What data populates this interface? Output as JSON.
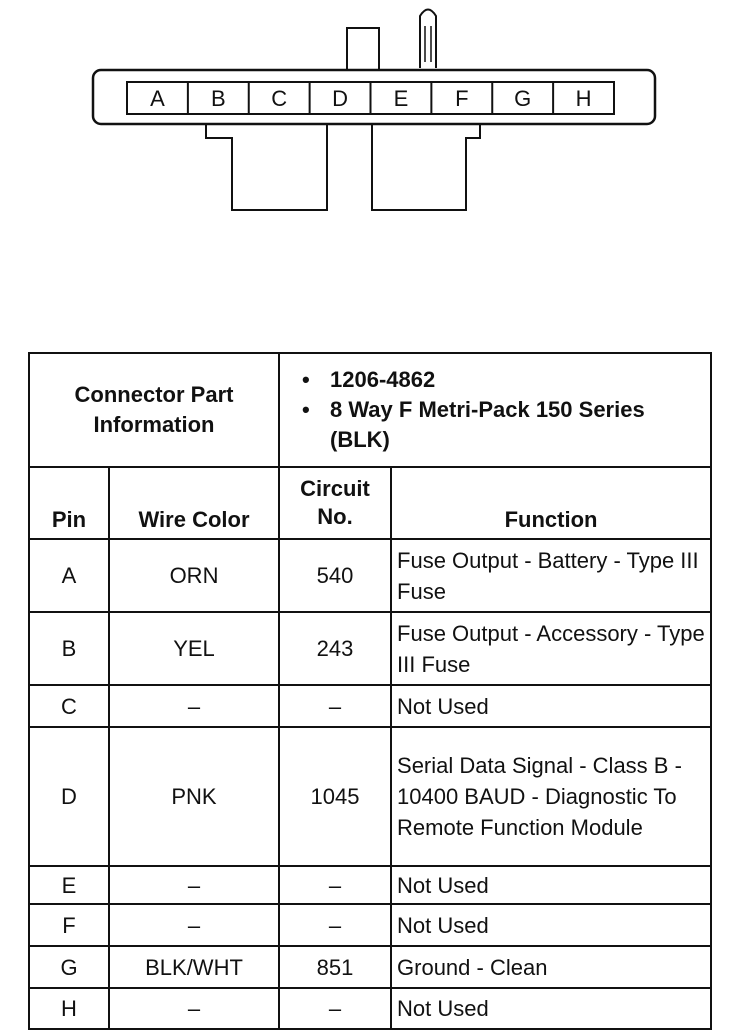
{
  "connector": {
    "pins": [
      "A",
      "B",
      "C",
      "D",
      "E",
      "F",
      "G",
      "H"
    ]
  },
  "info": {
    "label_line1": "Connector Part",
    "label_line2": "Information",
    "items": [
      "1206-4862",
      "8 Way F Metri-Pack 150 Series (BLK)"
    ]
  },
  "columns": {
    "pin": "Pin",
    "wire_color": "Wire Color",
    "circuit_line1": "Circuit",
    "circuit_line2": "No.",
    "function": "Function"
  },
  "rows": [
    {
      "pin": "A",
      "wire_color": "ORN",
      "circuit": "540",
      "function": "Fuse Output - Battery - Type III Fuse"
    },
    {
      "pin": "B",
      "wire_color": "YEL",
      "circuit": "243",
      "function": "Fuse Output - Accessory - Type III Fuse"
    },
    {
      "pin": "C",
      "wire_color": "–",
      "circuit": "–",
      "function": "Not Used"
    },
    {
      "pin": "D",
      "wire_color": "PNK",
      "circuit": "1045",
      "function": "Serial Data Signal - Class B - 10400 BAUD - Diagnostic To Remote Function Module"
    },
    {
      "pin": "E",
      "wire_color": "–",
      "circuit": "–",
      "function": "Not Used"
    },
    {
      "pin": "F",
      "wire_color": "–",
      "circuit": "–",
      "function": "Not Used"
    },
    {
      "pin": "G",
      "wire_color": "BLK/WHT",
      "circuit": "851",
      "function": "Ground - Clean"
    },
    {
      "pin": "H",
      "wire_color": "–",
      "circuit": "–",
      "function": "Not Used"
    }
  ]
}
